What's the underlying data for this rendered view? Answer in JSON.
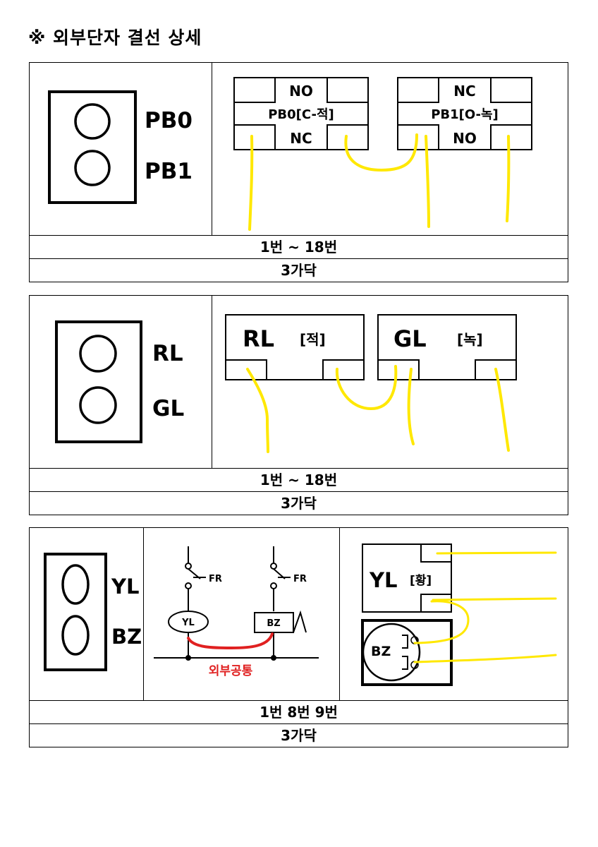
{
  "title": "※ 외부단자 결선 상세",
  "colors": {
    "wire": "#ffe800",
    "common_line": "#e02020"
  },
  "sections": [
    {
      "panel": {
        "labels": [
          "PB0",
          "PB1"
        ]
      },
      "terminals": {
        "left": {
          "top": "NO",
          "middle": "PB0[C-적]",
          "bottom": "NC"
        },
        "right": {
          "top": "NC",
          "middle": "PB1[O-녹]",
          "bottom": "NO"
        }
      },
      "range": "1번  ~  18번",
      "wire_count": "3가닥"
    },
    {
      "panel": {
        "labels": [
          "RL",
          "GL"
        ]
      },
      "terminals": {
        "left": {
          "name": "RL",
          "tag": "[적]"
        },
        "right": {
          "name": "GL",
          "tag": "[녹]"
        }
      },
      "range": "1번  ~  18번",
      "wire_count": "3가닥"
    },
    {
      "panel": {
        "labels": [
          "YL",
          "BZ"
        ]
      },
      "schematic": {
        "relay_left": "FR",
        "relay_right": "FR",
        "lamp": "YL",
        "buzzer": "BZ",
        "common_label": "외부공통"
      },
      "wiring": {
        "lamp_name": "YL",
        "lamp_tag": "[황]",
        "buzzer": "BZ"
      },
      "range": "1번  8번  9번",
      "wire_count": "3가닥"
    }
  ]
}
